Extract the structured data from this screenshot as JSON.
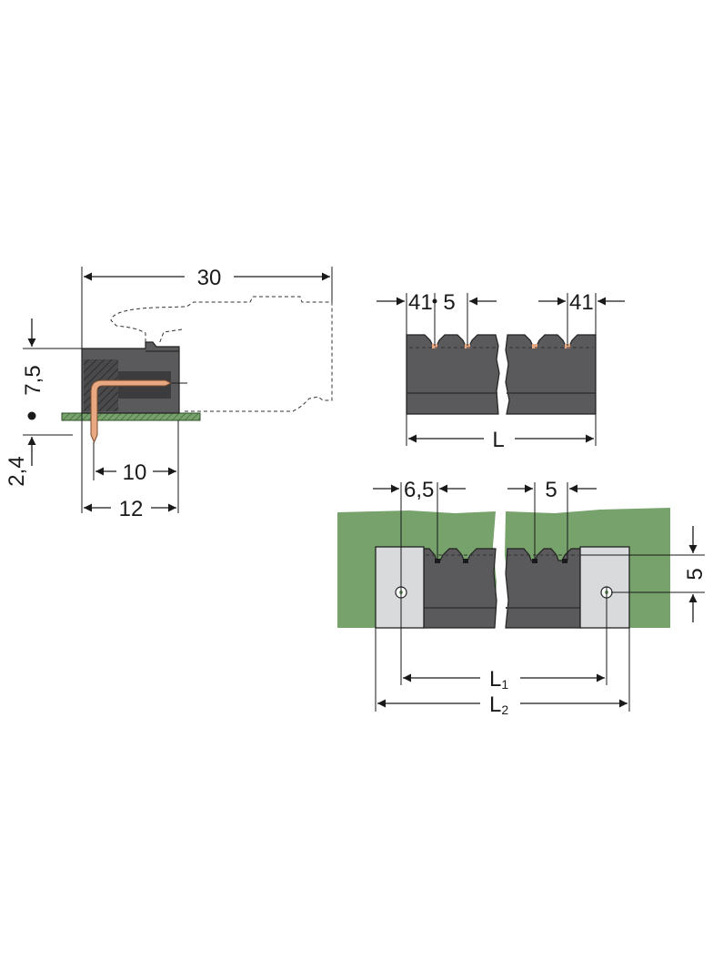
{
  "colors": {
    "housing": "#5a5a5c",
    "housing_dark": "#3c3c3e",
    "board": "#77a26c",
    "pin": "#e8a882",
    "flange": "#d8dadc",
    "line": "#1a1a1a"
  },
  "side_view": {
    "dim_overall": "30",
    "dim_height": "7,5",
    "dim_pin_below": "2,4",
    "dim_pin_offset": "10",
    "dim_depth": "12"
  },
  "top_view": {
    "dim_edge_left": "4",
    "dim_edge_left_frac": "1",
    "dim_pitch": "5",
    "dim_edge_right": "4",
    "dim_edge_right_frac": "1",
    "dim_length": "L"
  },
  "flange_view": {
    "dim_flange_offset": "6,5",
    "dim_pitch": "5",
    "dim_flange_height": "5",
    "dim_l1": "L",
    "dim_l1_sub": "1",
    "dim_l2": "L",
    "dim_l2_sub": "2"
  }
}
